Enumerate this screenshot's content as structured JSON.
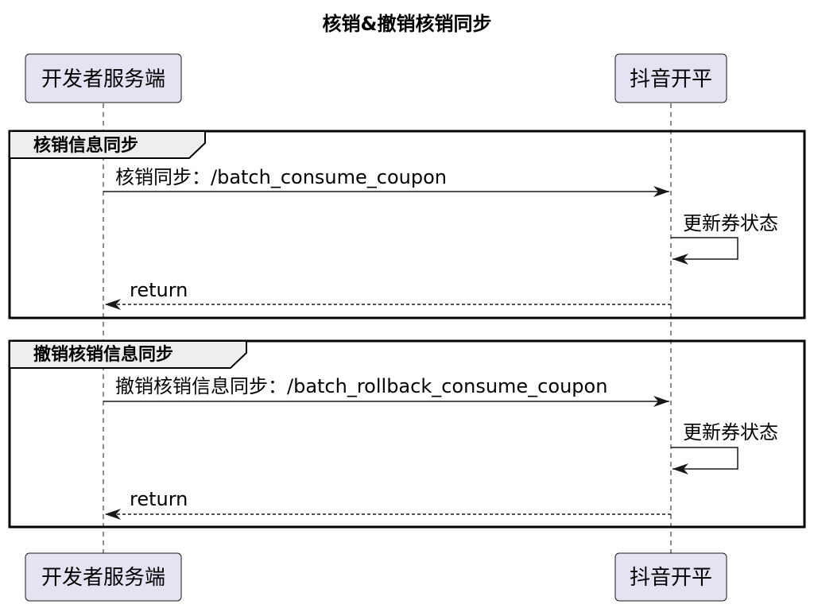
{
  "diagram": {
    "title": "核销&撤销核销同步",
    "participants": [
      {
        "id": "dev",
        "label": "开发者服务端"
      },
      {
        "id": "douyin",
        "label": "抖音开平"
      }
    ],
    "groups": [
      {
        "label": "核销信息同步",
        "messages": [
          {
            "from": "dev",
            "to": "douyin",
            "style": "solid",
            "label": "核销同步：/batch_consume_coupon"
          },
          {
            "from": "douyin",
            "to": "douyin",
            "style": "self",
            "label": "更新券状态"
          },
          {
            "from": "douyin",
            "to": "dev",
            "style": "dashed",
            "label": "return"
          }
        ]
      },
      {
        "label": "撤销核销信息同步",
        "messages": [
          {
            "from": "dev",
            "to": "douyin",
            "style": "solid",
            "label": "撤销核销信息同步：/batch_rollback_consume_coupon"
          },
          {
            "from": "douyin",
            "to": "douyin",
            "style": "self",
            "label": "更新券状态"
          },
          {
            "from": "douyin",
            "to": "dev",
            "style": "dashed",
            "label": "return"
          }
        ]
      }
    ],
    "colors": {
      "participant_fill": "#e3e3f2",
      "participant_stroke": "#181818",
      "line": "#181818",
      "group_tab_fill": "#eeeeee"
    }
  }
}
